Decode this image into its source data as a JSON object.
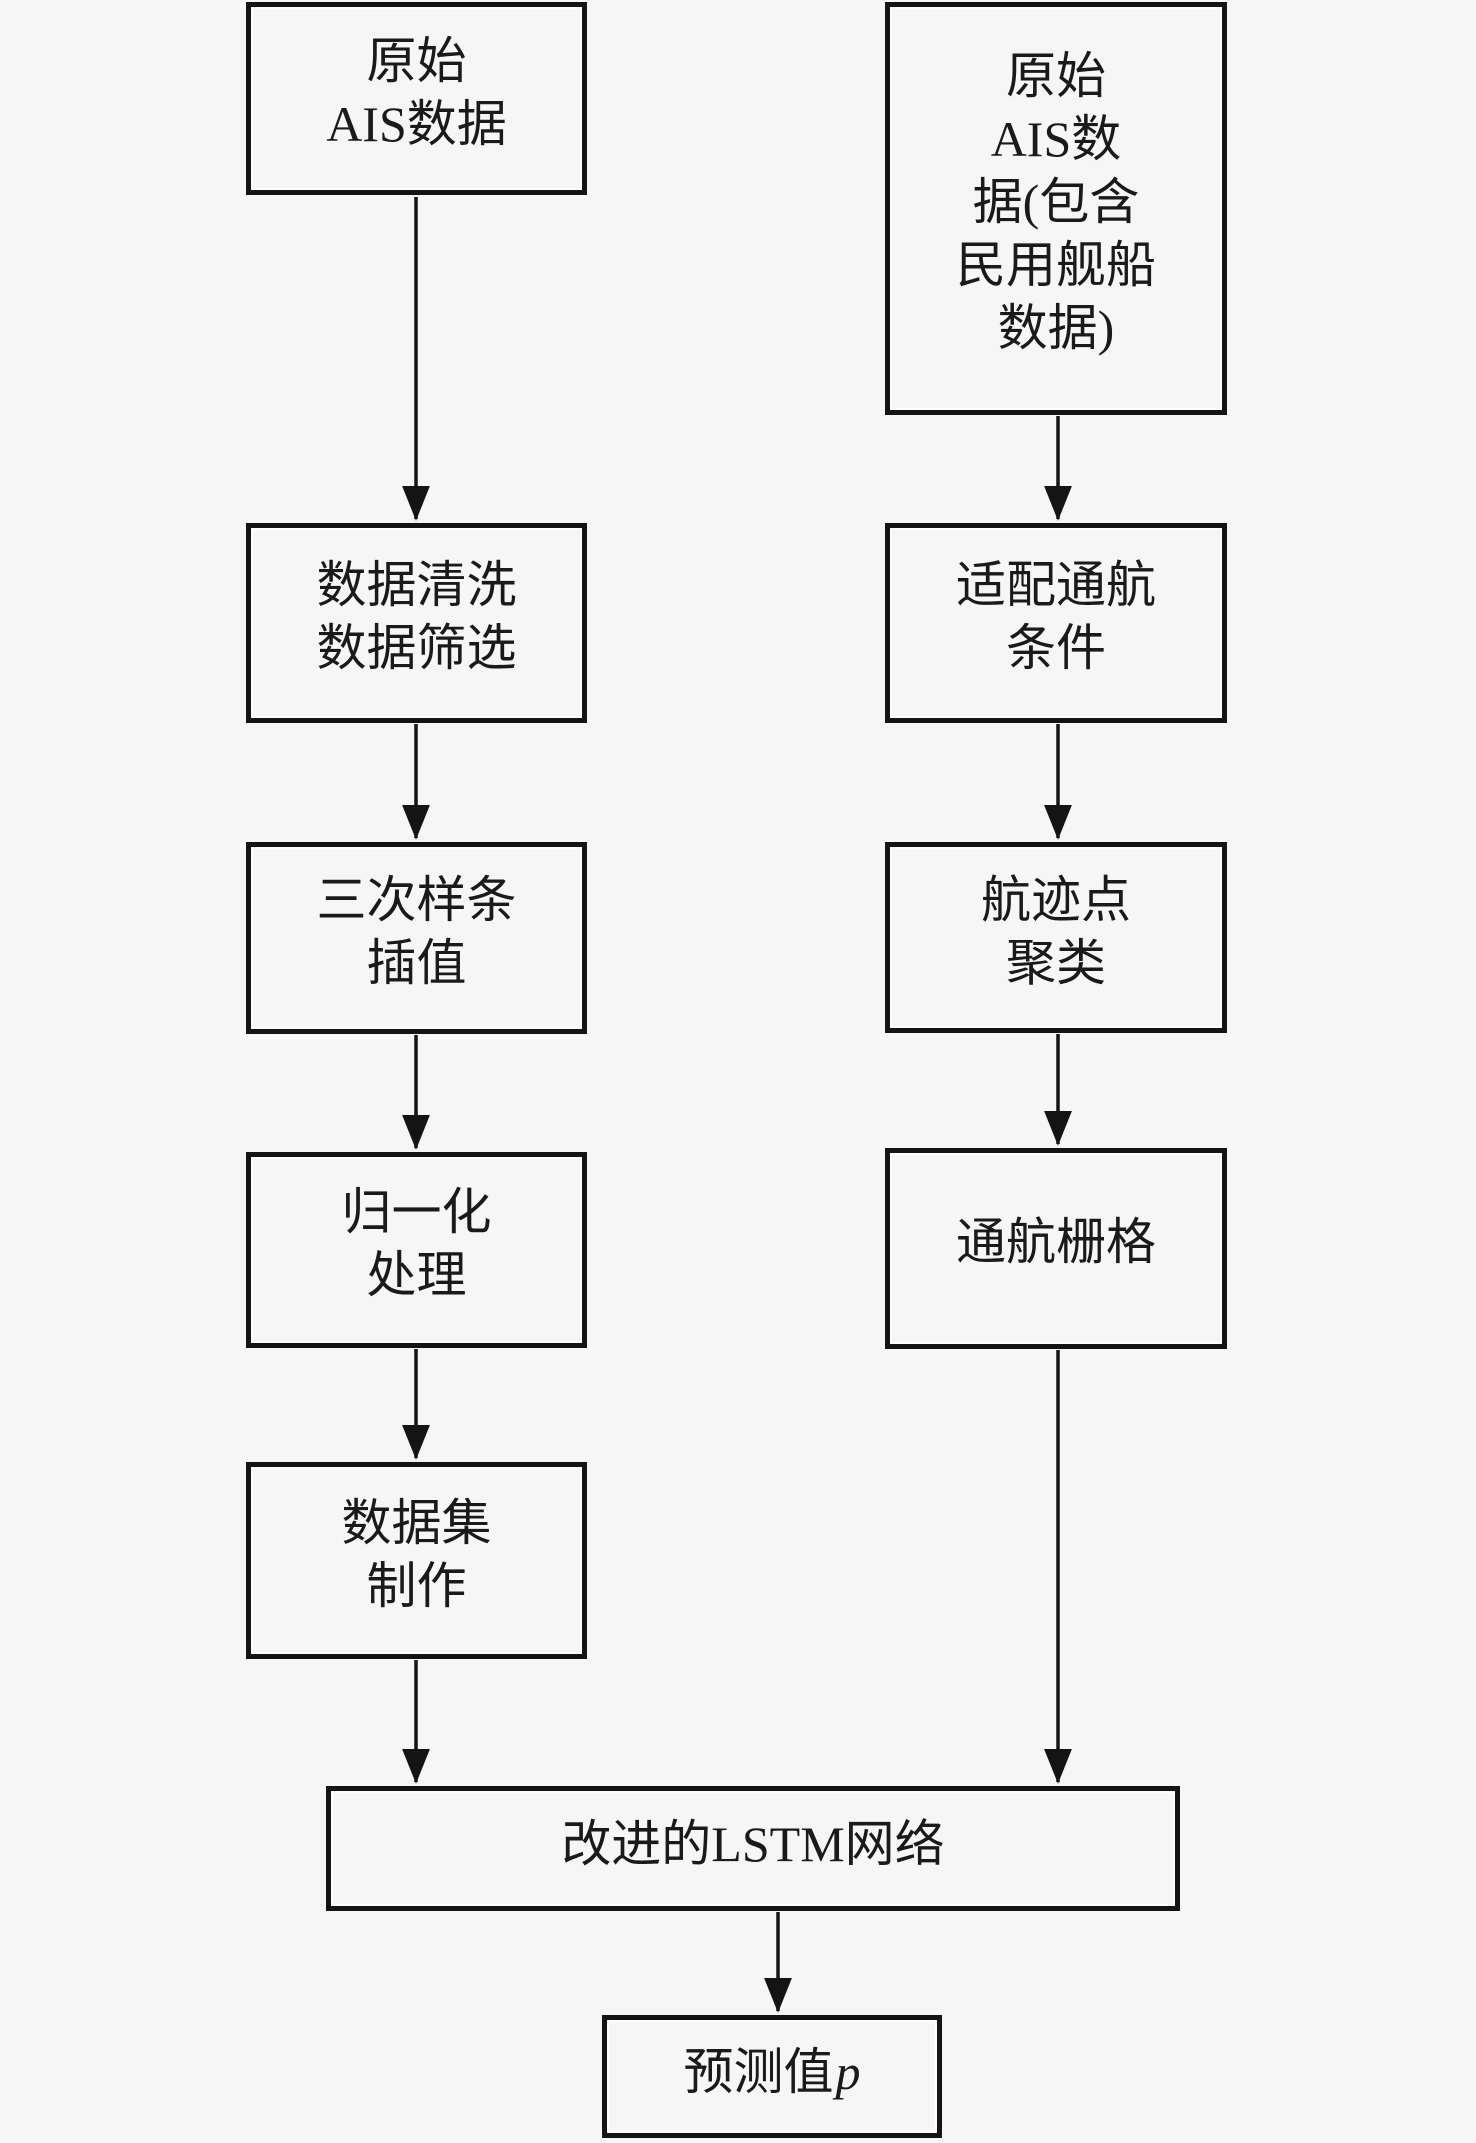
{
  "figure": {
    "type": "flowchart",
    "background_color": "#f6f6f6",
    "line_color": "#141414",
    "text_color": "#1a1a1a"
  },
  "nodes": {
    "left": [
      {
        "lines": [
          "原始",
          "AIS数据"
        ]
      },
      {
        "lines": [
          "数据清洗",
          "数据筛选"
        ]
      },
      {
        "lines": [
          "三次样条",
          "插值"
        ]
      },
      {
        "lines": [
          "归一化",
          "处理"
        ]
      },
      {
        "lines": [
          "数据集",
          "制作"
        ]
      }
    ],
    "right": [
      {
        "lines": [
          "原始",
          "AIS数",
          "据(包含",
          "民用舰船",
          "数据)"
        ]
      },
      {
        "lines": [
          "适配通航",
          "条件"
        ]
      },
      {
        "lines": [
          "航迹点",
          "聚类"
        ]
      },
      {
        "lines": [
          "通航栅格"
        ]
      }
    ],
    "lstm": {
      "label": "改进的LSTM网络"
    },
    "output": {
      "label": "预测值",
      "variable": "p"
    }
  }
}
